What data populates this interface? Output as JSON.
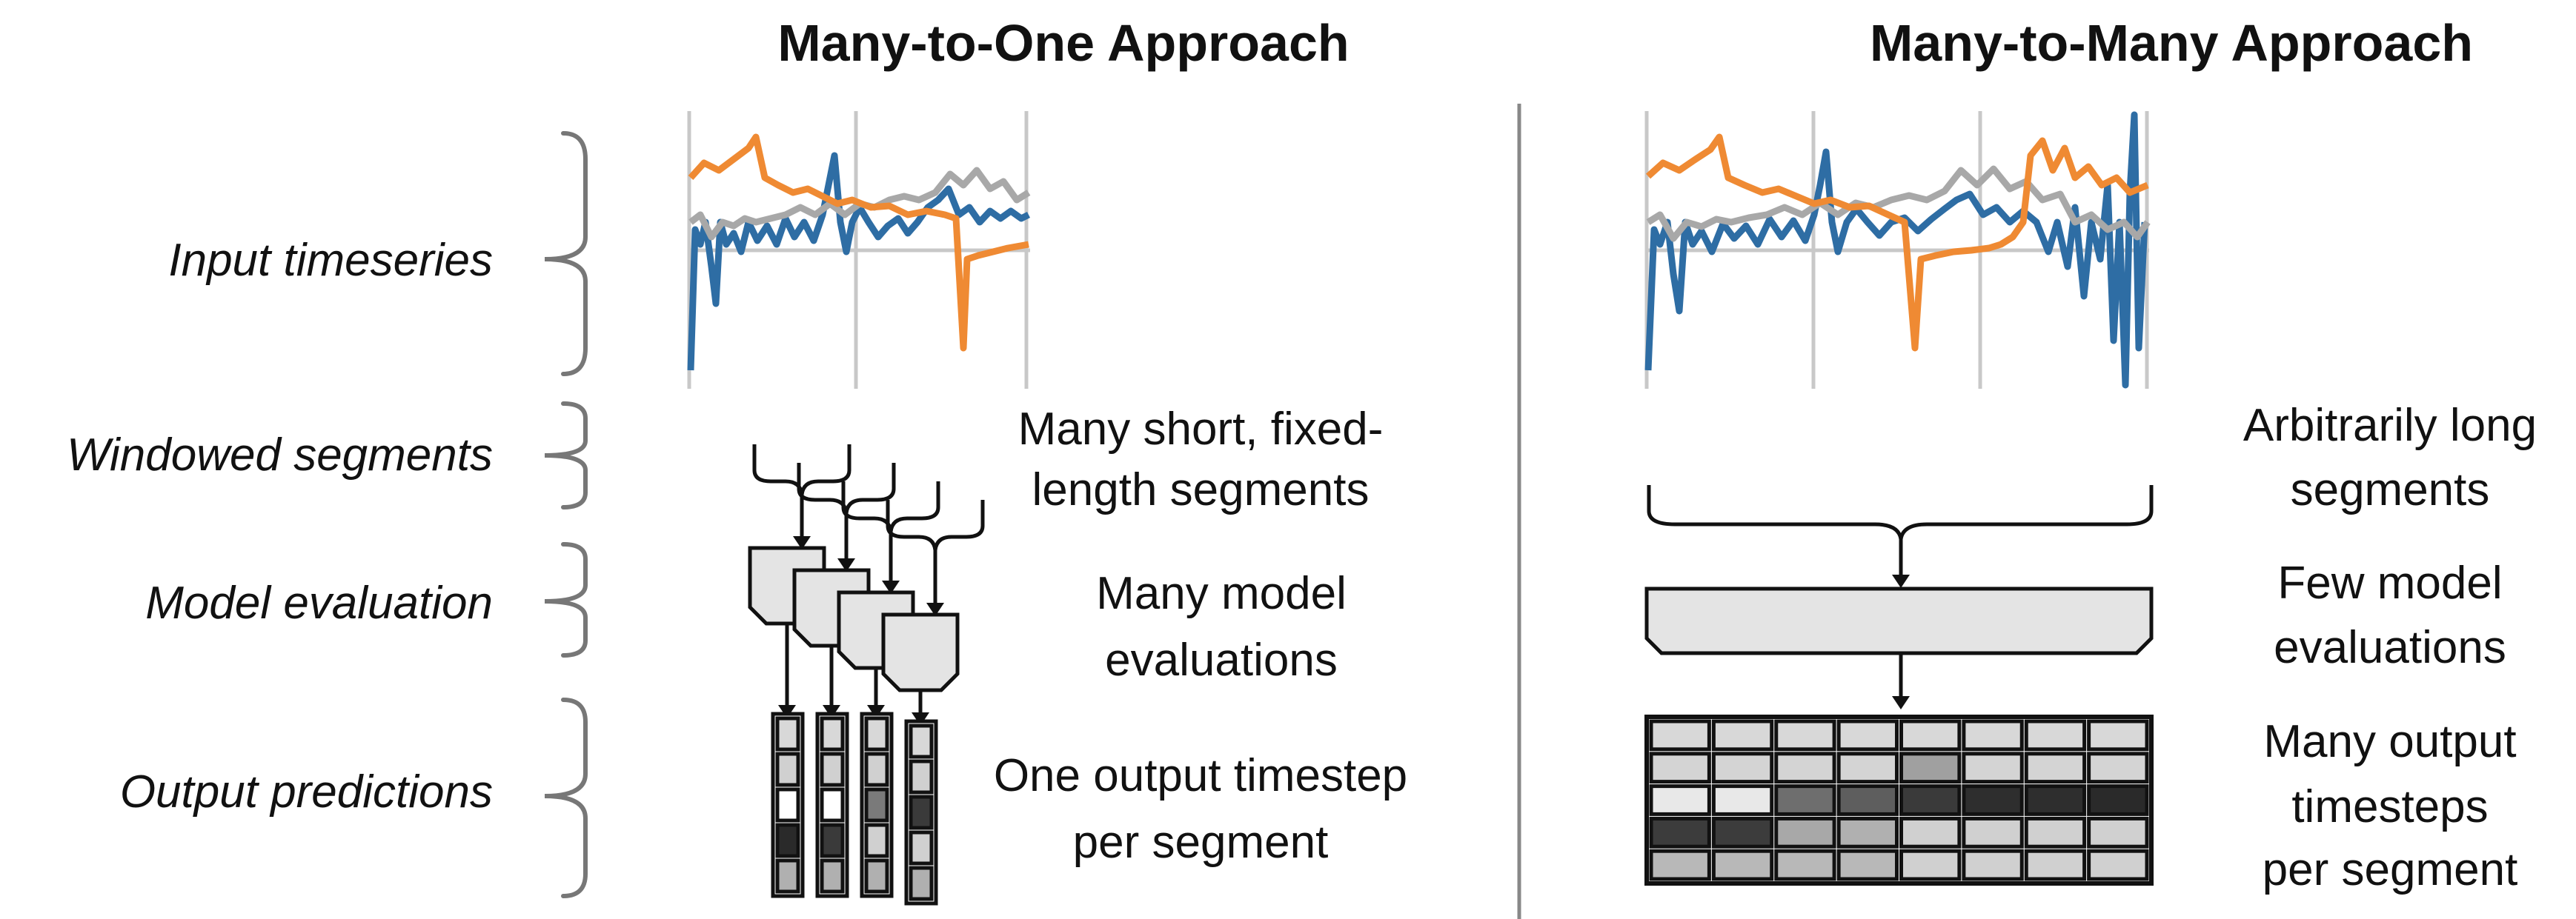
{
  "titles": {
    "left": "Many-to-One Approach",
    "right": "Many-to-Many Approach"
  },
  "row_labels": {
    "input": "Input timeseries",
    "windowed": "Windowed segments",
    "model": "Model evaluation",
    "output": "Output predictions"
  },
  "left_desc": {
    "segments": [
      "Many short, fixed-",
      "length segments"
    ],
    "evaluations": [
      "Many model",
      "evaluations"
    ],
    "outputs": [
      "One output timestep",
      "per segment"
    ]
  },
  "right_desc": {
    "segments": [
      "Arbitrarily long",
      "segments"
    ],
    "evaluations": [
      "Few model",
      "evaluations"
    ],
    "outputs": [
      "Many output",
      "timesteps",
      "per segment"
    ]
  },
  "colors": {
    "series_blue": "#2e6da4",
    "series_orange": "#ef8a33",
    "series_gray": "#a8a8a8",
    "grid": "#c8c8c8",
    "brace": "#777777",
    "divider": "#888888",
    "model_fill": "#e4e4e4"
  },
  "left_output_columns": [
    [
      "#d8d8d8",
      "#d0d0d0",
      "#ffffff",
      "#2a2a2a",
      "#b0b0b0"
    ],
    [
      "#d8d8d8",
      "#d0d0d0",
      "#ffffff",
      "#3a3a3a",
      "#b0b0b0"
    ],
    [
      "#d8d8d8",
      "#d0d0d0",
      "#7a7a7a",
      "#d0d0d0",
      "#b0b0b0"
    ],
    [
      "#d8d8d8",
      "#d0d0d0",
      "#3a3a3a",
      "#d0d0d0",
      "#b0b0b0"
    ]
  ],
  "right_output_grid": [
    [
      "#d8d8d8",
      "#d8d8d8",
      "#d8d8d8",
      "#d8d8d8",
      "#d8d8d8",
      "#d8d8d8",
      "#d8d8d8",
      "#d8d8d8"
    ],
    [
      "#d4d4d4",
      "#d4d4d4",
      "#d4d4d4",
      "#d4d4d4",
      "#a0a0a0",
      "#d4d4d4",
      "#d4d4d4",
      "#d4d4d4"
    ],
    [
      "#e8e8e8",
      "#e8e8e8",
      "#6e6e6e",
      "#5e5e5e",
      "#3a3a3a",
      "#2e2e2e",
      "#2e2e2e",
      "#2a2a2a"
    ],
    [
      "#3c3c3c",
      "#3c3c3c",
      "#a8a8a8",
      "#b0b0b0",
      "#d0d0d0",
      "#d0d0d0",
      "#d0d0d0",
      "#d0d0d0"
    ],
    [
      "#b8b8b8",
      "#b8b8b8",
      "#b8b8b8",
      "#b8b8b8",
      "#d0d0d0",
      "#d0d0d0",
      "#d0d0d0",
      "#d0d0d0"
    ]
  ]
}
